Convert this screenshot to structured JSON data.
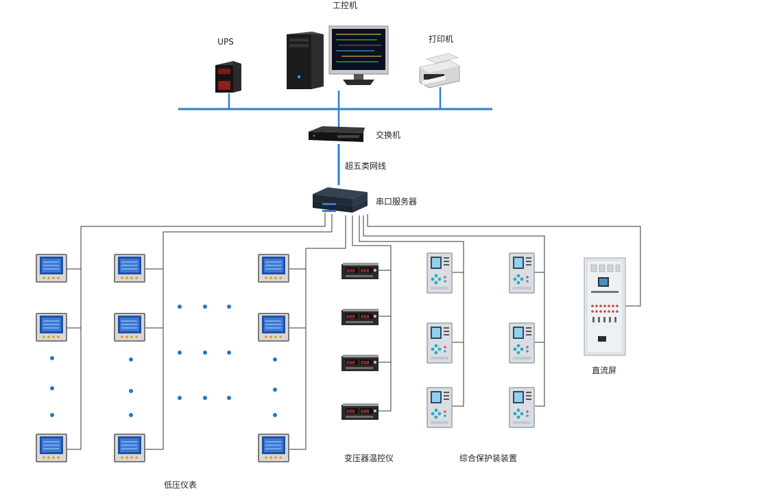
{
  "labels": {
    "ipc": "工控机",
    "ups": "UPS",
    "printer": "打印机",
    "switch": "交换机",
    "cable": "超五类网线",
    "serial_server": "串口服务器",
    "dc_panel": "直流屏",
    "lv_meters": "低压仪表",
    "temp_controller": "变压器温控仪",
    "protection": "综合保护装装置"
  },
  "colors": {
    "bus_line": "#2b7fd0",
    "link_line": "#333333",
    "dot": "#1f78c8"
  },
  "icons": {
    "ipc": "desktop-computer-icon",
    "ups": "ups-icon",
    "printer": "printer-icon",
    "switch": "network-switch-icon",
    "serial_server": "serial-server-icon",
    "meter": "power-meter-icon",
    "temp": "temperature-controller-icon",
    "relay": "protection-relay-icon",
    "cabinet": "dc-cabinet-icon"
  }
}
